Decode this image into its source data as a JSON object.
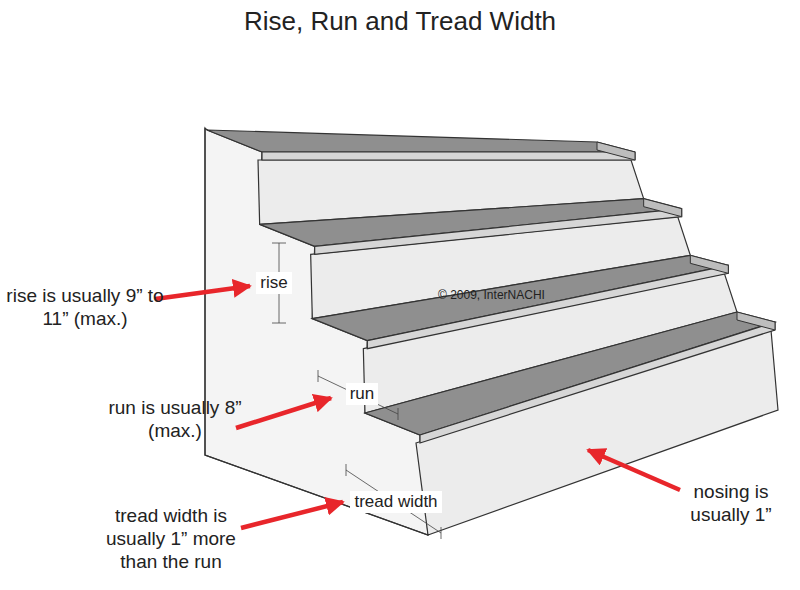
{
  "diagram": {
    "title": "Rise, Run and Tread Width",
    "labels": [
      "rise is usually 9” to 11” (max.)",
      "rise",
      "© 2009, InterNACHI",
      "run is usually 8” (max.)",
      "run",
      "tread width is usually 1” more than the run",
      "tread width",
      "nosing is usually 1”"
    ]
  }
}
